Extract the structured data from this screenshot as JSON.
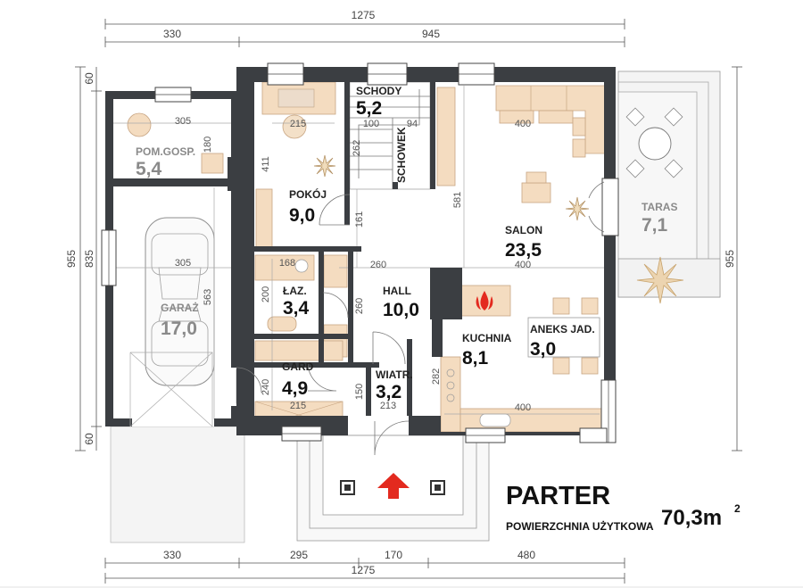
{
  "plan": {
    "title": "PARTER",
    "subtitle": "POWIERZCHNIA UŻYTKOWA",
    "total_area": "70,3m",
    "total_area_sup": "2"
  },
  "dimensions": {
    "top_total": "1275",
    "top_left": "330",
    "top_right": "945",
    "bottom_total": "1275",
    "bottom_1": "330",
    "bottom_2": "295",
    "bottom_3": "170",
    "bottom_4": "480",
    "left_total": "955",
    "left_mid": "835",
    "left_top": "60",
    "left_bottom": "60",
    "right_total": "955"
  },
  "rooms": [
    {
      "key": "pom_gosp",
      "name": "POM.GOSP.",
      "area": "5,4"
    },
    {
      "key": "garaz",
      "name": "GARAŻ",
      "area": "17,0"
    },
    {
      "key": "pokoj",
      "name": "POKÓJ",
      "area": "9,0"
    },
    {
      "key": "schody",
      "name": "SCHODY",
      "area": "5,2"
    },
    {
      "key": "schowek",
      "name": "SCHOWEK",
      "area": ""
    },
    {
      "key": "salon",
      "name": "SALON",
      "area": "23,5"
    },
    {
      "key": "taras",
      "name": "TARAS",
      "area": "7,1"
    },
    {
      "key": "laz",
      "name": "ŁAZ.",
      "area": "3,4"
    },
    {
      "key": "hall",
      "name": "HALL",
      "area": "10,0"
    },
    {
      "key": "kuchnia",
      "name": "KUCHNIA",
      "area": "8,1"
    },
    {
      "key": "aneks",
      "name": "ANEKS JAD.",
      "area": "3,0"
    },
    {
      "key": "gard",
      "name": "GARD",
      "area": "4,9"
    },
    {
      "key": "wiatr",
      "name": "WIATR.",
      "area": "3,2"
    }
  ],
  "internal_dims": {
    "d305a": "305",
    "d180": "180",
    "d305b": "305",
    "d563": "563",
    "d215a": "215",
    "d411": "411",
    "d100": "100",
    "d94": "94",
    "d262": "262",
    "d161": "161",
    "d400a": "400",
    "d581": "581",
    "d400b": "400",
    "d168": "168",
    "d260a": "260",
    "d200": "200",
    "d260b": "260",
    "d282": "282",
    "d240": "240",
    "d215b": "215",
    "d150": "150",
    "d213": "213",
    "d400c": "400"
  }
}
